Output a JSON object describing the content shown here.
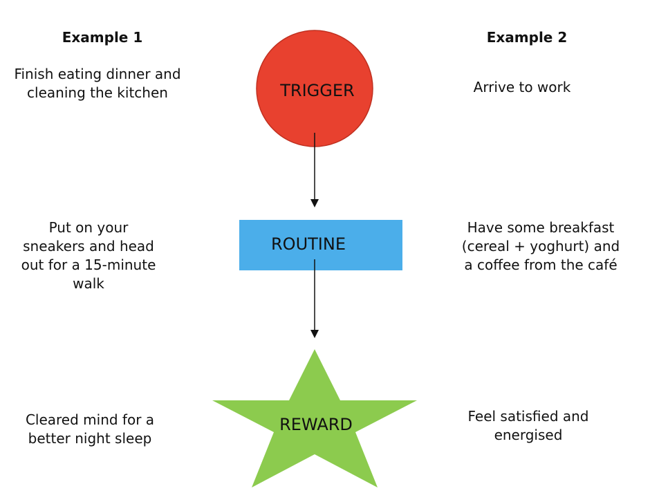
{
  "headings": {
    "left": "Example 1",
    "right": "Example 2"
  },
  "steps": {
    "trigger": {
      "label": "TRIGGER",
      "example1": "Finish eating dinner and\ncleaning the kitchen",
      "example2": "Arrive to work"
    },
    "routine": {
      "label": "ROUTINE",
      "example1": "Put on your\nsneakers and head\nout for a 15-minute\nwalk",
      "example2": "Have some breakfast\n(cereal + yoghurt) and\na coffee from the café"
    },
    "reward": {
      "label": "REWARD",
      "example1": "Cleared mind for a\nbetter night sleep",
      "example2": "Feel satisfied and\nenergised"
    }
  },
  "colors": {
    "trigger_fill": "#E8412F",
    "trigger_stroke": "#C03020",
    "routine_fill": "#4BAEEA",
    "reward_fill": "#8CCB4E",
    "arrow": "#111111"
  }
}
